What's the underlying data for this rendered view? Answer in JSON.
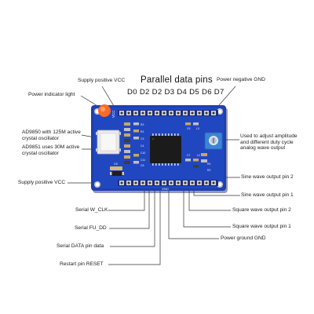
{
  "header": {
    "title": "Parallel data pins",
    "pins": "D0 D2 D2 D3 D4 D5 D6 D7"
  },
  "labels": {
    "supply_vcc_top": "Supply positive VCC",
    "power_gnd_top": "Power negative GND",
    "power_indicator": "Power indicator light",
    "ad9850": [
      "AD9850 with 125M active",
      "crystal oscillator"
    ],
    "ad9851": [
      "AD9851 uses 30M active",
      "crystal oscillator"
    ],
    "supply_vcc_left": "Supply positive VCC",
    "serial_wclk": "Serial W_CLK",
    "serial_fudd": "Serial FU_DD",
    "serial_data": "Serial DATA pin data",
    "restart": "Restart pin RESET",
    "amplitude": [
      "Used to adjust amplitude",
      "and different duty cycle",
      "analog wave output"
    ],
    "sine2": "Sine wave output pin 2",
    "sine1": "Sine wave output pin 1",
    "square2": "Square wave output pin 2",
    "square1": "Square wave output pin 1",
    "power_gnd_bottom": "Power ground GND"
  },
  "board": {
    "silk_vcc": "VCC",
    "silk_gnd": "GND",
    "silk_c8": "C8"
  },
  "colors": {
    "pcb": "#1d3fb0",
    "pcb_dark": "#142e8c",
    "pad": "#d7d7d7",
    "pin": "#2b2b2b",
    "led": "#ff5a1a",
    "pot": "#3a7fd0",
    "line": "#333333"
  }
}
